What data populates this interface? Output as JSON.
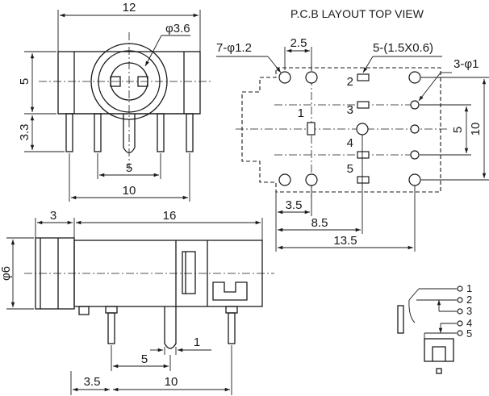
{
  "pcb": {
    "title": "P.C.B LAYOUT TOP VIEW",
    "holes_label": "7-φ1.2",
    "slots_label": "5-(1.5X0.6)",
    "small_holes_label": "3-φ1",
    "pitch_label": "2.5",
    "pin_numbers": [
      "1",
      "2",
      "3",
      "4",
      "5"
    ],
    "dims": {
      "v1": "5",
      "v2": "10",
      "h1": "3.5",
      "h2": "8.5",
      "h3": "13.5"
    }
  },
  "front": {
    "width": "12",
    "hole": "φ3.6",
    "top_height": "5",
    "lead_height": "3.3",
    "pitch": "5",
    "span": "10"
  },
  "side": {
    "nose": "3",
    "body": "16",
    "diameter": "φ6",
    "pitch": "5",
    "pin_width": "1",
    "offset": "3.5",
    "span": "10"
  },
  "schematic": {
    "pins": [
      "1",
      "2",
      "3",
      "4",
      "5"
    ]
  }
}
